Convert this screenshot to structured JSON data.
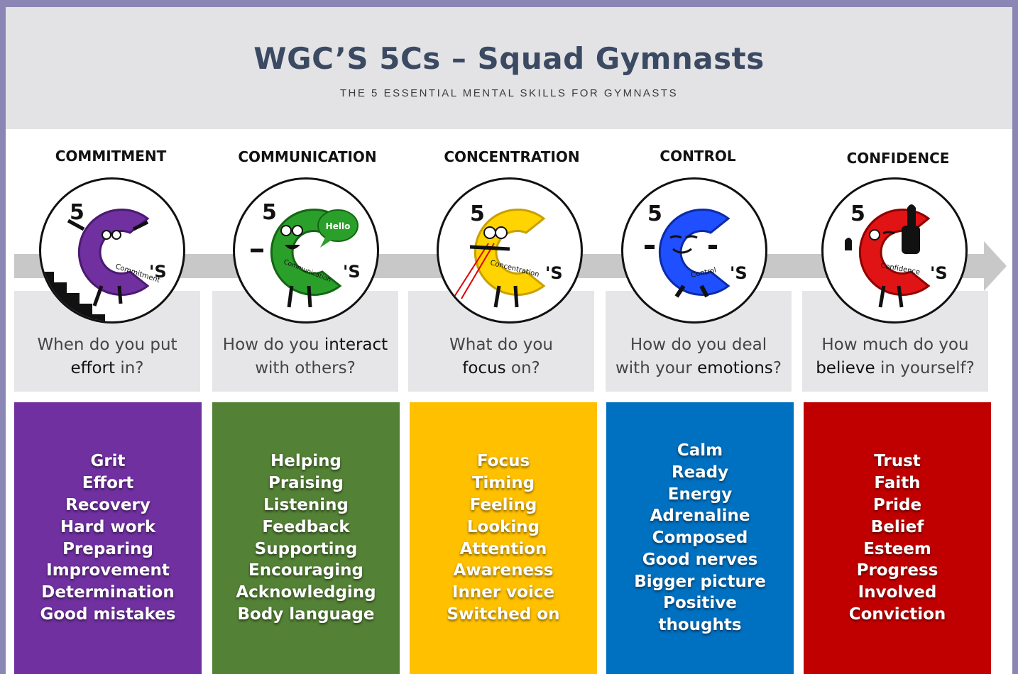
{
  "header": {
    "title": "WGC’S 5Cs – Squad Gymnasts",
    "subtitle": "THE 5 ESSENTIAL MENTAL SKILLS FOR GYMNASTS"
  },
  "columns": [
    {
      "heading": "COMMITMENT",
      "color": "#7030a0",
      "icon": "purple-c-character-climbing-stairs",
      "badge_text": "Commitment",
      "question": {
        "pre": "When do you put",
        "emph": "effort",
        "post": "in?"
      },
      "words": [
        "Grit",
        "Effort",
        "Recovery",
        "Hard work",
        "Preparing",
        "Improvement",
        "Determination",
        "Good mistakes"
      ]
    },
    {
      "heading": "COMMUNICATION",
      "color": "#538135",
      "icon": "green-c-character-speech-bubble",
      "badge_text": "Communication",
      "bubble_text": "Hello",
      "question": {
        "pre": "How do you",
        "emph": "interact",
        "post": "with others?"
      },
      "words": [
        "Helping",
        "Praising",
        "Listening",
        "Feedback",
        "Supporting",
        "Encouraging",
        "Acknowledging",
        "Body language"
      ]
    },
    {
      "heading": "CONCENTRATION",
      "color": "#ffc000",
      "icon": "yellow-c-character-laser-eyes",
      "badge_text": "Concentration",
      "question": {
        "pre": "What do you",
        "emph": "focus",
        "post": "on?"
      },
      "words": [
        "Focus",
        "Timing",
        "Feeling",
        "Looking",
        "Attention",
        "Awareness",
        "Inner voice",
        "Switched on"
      ]
    },
    {
      "heading": "CONTROL",
      "color": "#0070c0",
      "icon": "blue-c-character-calm",
      "badge_text": "Control",
      "question": {
        "pre": "How do you deal with your",
        "emph": "emotions",
        "post": "?"
      },
      "words": [
        "Calm",
        "Ready",
        "Energy",
        "Adrenaline",
        "Composed",
        "Good nerves",
        "Bigger picture",
        "Positive",
        "thoughts"
      ]
    },
    {
      "heading": "CONFIDENCE",
      "color": "#c00000",
      "icon": "red-c-character-thumbs-up",
      "badge_text": "Confidence",
      "question": {
        "pre": "How much do you",
        "emph": "believe",
        "post": "in yourself?"
      },
      "words": [
        "Trust",
        "Faith",
        "Pride",
        "Belief",
        "Esteem",
        "Progress",
        "Involved",
        "Conviction"
      ]
    }
  ],
  "logo": {
    "number": "5",
    "suffix": "'S"
  }
}
